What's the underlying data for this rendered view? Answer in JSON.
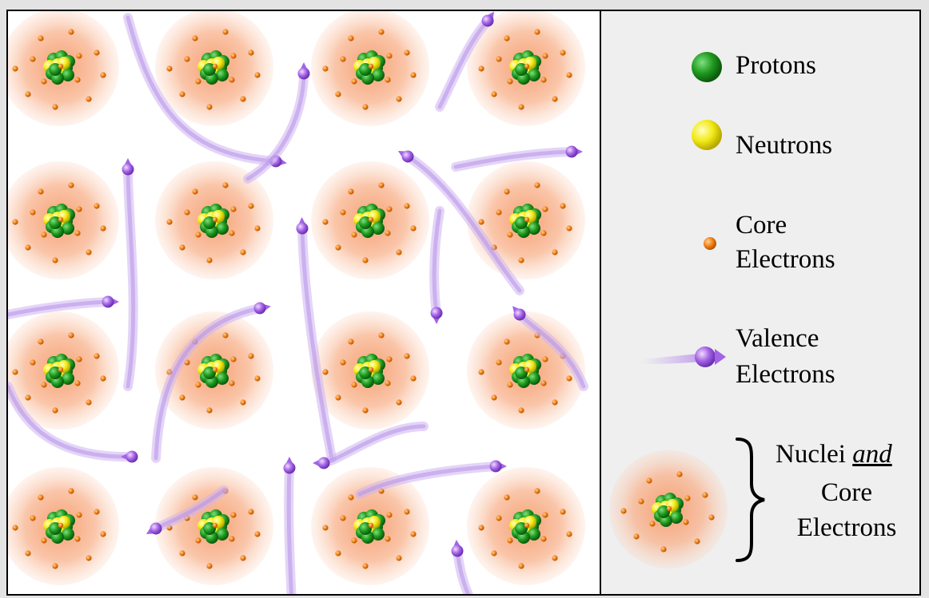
{
  "legend": {
    "protons": "Protons",
    "neutrons": "Neutrons",
    "core_line1": "Core",
    "core_line2": "Electrons",
    "valence_line1": "Valence",
    "valence_line2": "Electrons",
    "nuclei_word": "Nuclei",
    "and_word": "and",
    "nuclei_line2": "Core",
    "nuclei_line3": "Electrons"
  },
  "colors": {
    "proton": "#1a8f1a",
    "neutron": "#f4ee1e",
    "core_electron": "#ef7d12",
    "valence_electron": "#a060e0",
    "halo": "#f6a57c"
  },
  "lattice": {
    "rows": 4,
    "cols": 4
  }
}
